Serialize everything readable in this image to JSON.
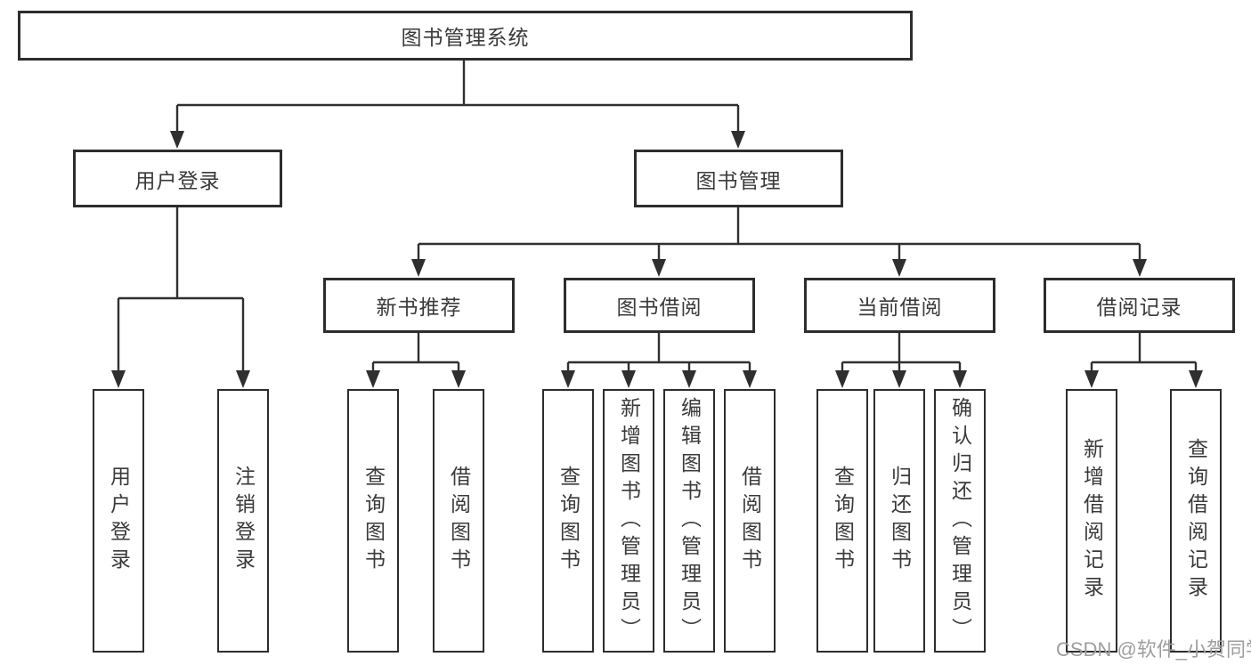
{
  "meta": {
    "diagram_type": "hierarchy-diagram",
    "background_color": "#ffffff",
    "line_color": "#2f2f2f",
    "box_border_color": "#2d2d2d",
    "text_color": "#3a3a3a",
    "watermark_color": "#9e9e9e"
  },
  "tree": {
    "root": "图书管理系统",
    "branches": [
      {
        "label": "用户登录",
        "leaves": [
          "用户登录",
          "注销登录"
        ]
      },
      {
        "label": "图书管理",
        "groups": [
          {
            "label": "新书推荐",
            "leaves": [
              "查询图书",
              "借阅图书"
            ]
          },
          {
            "label": "图书借阅",
            "leaves": [
              "查询图书",
              "新增图书（管理员）",
              "编辑图书（管理员）",
              "借阅图书"
            ]
          },
          {
            "label": "当前借阅",
            "leaves": [
              "查询图书",
              "归还图书",
              "确认归还（管理员）"
            ]
          },
          {
            "label": "借阅记录",
            "leaves": [
              "新增借阅记录",
              "查询借阅记录"
            ]
          }
        ]
      }
    ]
  },
  "watermark": "CSDN @软件_小贺同学"
}
